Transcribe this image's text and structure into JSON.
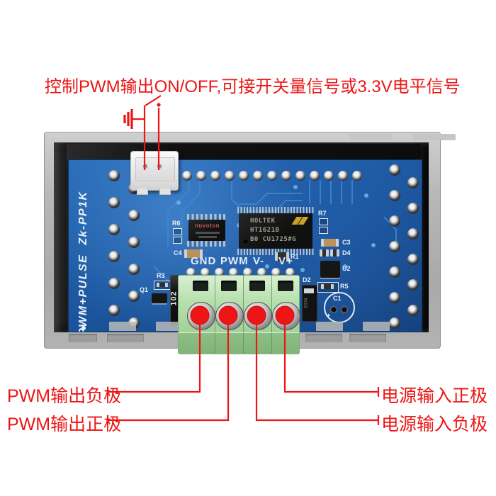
{
  "annotations": {
    "top_note": "控制PWM输出ON/OFF,可接开关量信号或3.3V电平信号",
    "pwm_out_neg": "PWM输出负极",
    "pwm_out_pos": "PWM输出正极",
    "power_in_pos": "电源输入正极",
    "power_in_neg": "电源输入负极"
  },
  "board": {
    "silkscreen": "PWM+PULSE Zk-PP1K",
    "terminals": [
      "GND",
      "PWM",
      "V-",
      "V+"
    ],
    "mcu_brand": "nuvoton",
    "driver_brand": "HOLTEK",
    "driver_part": "HT1621B",
    "driver_lot": "B0 CU1725#G",
    "resistor_code": "102",
    "diode_marking": "SS34",
    "cap_polarity": "+",
    "refs": {
      "r1": "R1",
      "r3": "R3",
      "r5": "R5",
      "r6": "R6",
      "r7": "R7",
      "c1": "C1",
      "c3": "C3",
      "c4": "C4",
      "d2": "D2",
      "d4": "D4",
      "u2": "U2",
      "q1": "Q1"
    }
  },
  "colors": {
    "annotation_red": "#ed1515",
    "pcb_blue": "#1a549c",
    "case_gray": "#b0b0b0",
    "terminal_green": "#a8d8a0"
  }
}
